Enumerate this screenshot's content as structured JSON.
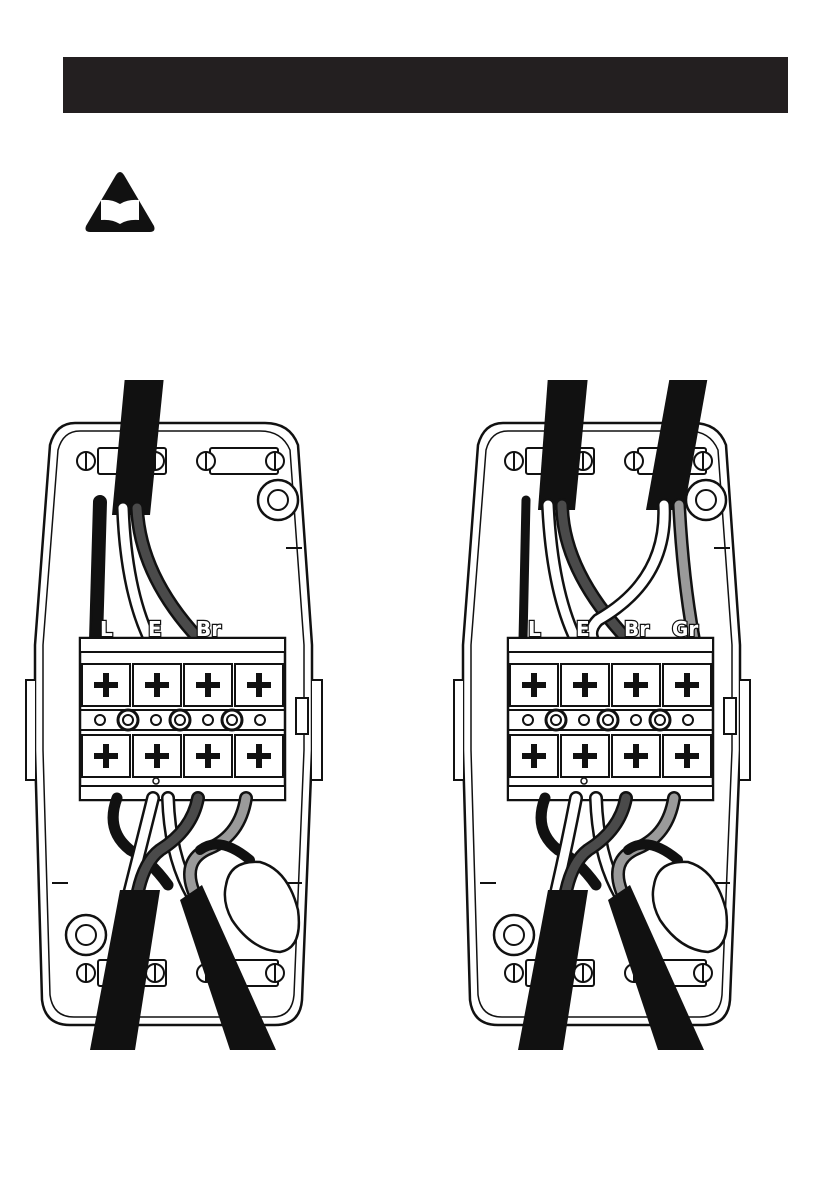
{
  "colors": {
    "header": "#231f20",
    "outline": "#111111",
    "black_wire": "#111111",
    "white_wire": "#ffffff",
    "brown_wire": "#4a4a4a",
    "grey_wire": "#9a9a9a"
  },
  "icons": {
    "info": "manual-book-warning-icon"
  },
  "diagrams": [
    {
      "id": "left",
      "labels": [
        "L",
        "E",
        "Br"
      ]
    },
    {
      "id": "right",
      "labels": [
        "L",
        "E",
        "Br",
        "Gr"
      ]
    }
  ]
}
